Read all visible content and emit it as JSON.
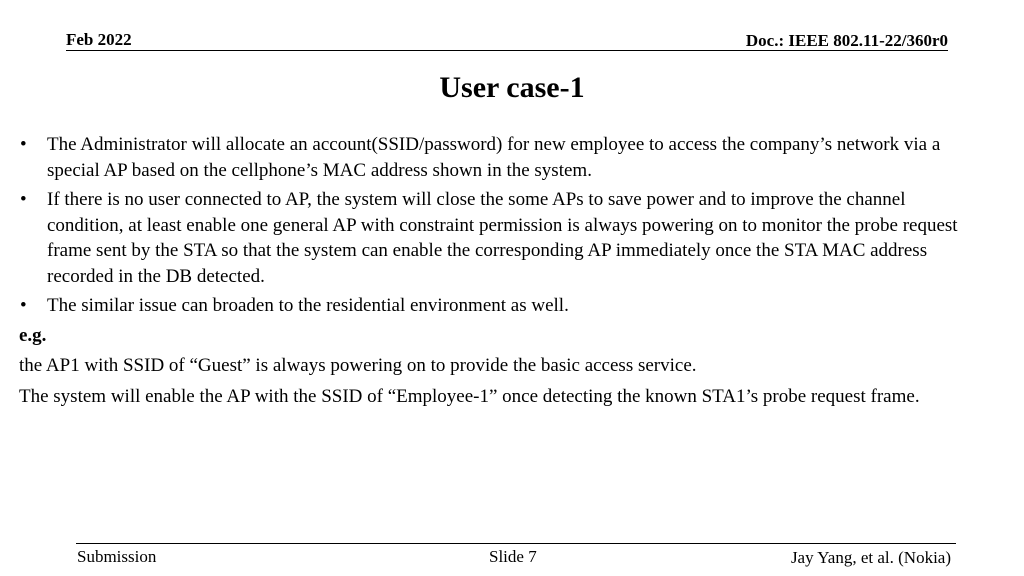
{
  "header": {
    "date": "Feb 2022",
    "doc": "Doc.: IEEE 802.11-22/360r0"
  },
  "title": "User case-1",
  "bullets": [
    "The Administrator will allocate an account(SSID/password) for new employee to access the company’s network via a special AP based on the cellphone’s MAC address shown in the system.",
    "If there is no user connected to AP, the system will close the some APs to save power and to improve the channel condition, at least enable one general AP with constraint permission is always powering on to monitor the probe request frame sent by the STA so that the system can enable the corresponding AP immediately once the STA MAC address recorded in the DB detected.",
    "The similar issue can broaden to the residential environment as well."
  ],
  "example": {
    "label": "e.g.",
    "lines": [
      "the AP1 with SSID of “Guest” is always powering on to provide the basic access service.",
      "The system will enable the AP with the SSID of “Employee-1” once detecting the known STA1’s probe request frame."
    ]
  },
  "footer": {
    "left": "Submission",
    "center": "Slide 7",
    "right": "Jay Yang, et al. (Nokia)"
  }
}
